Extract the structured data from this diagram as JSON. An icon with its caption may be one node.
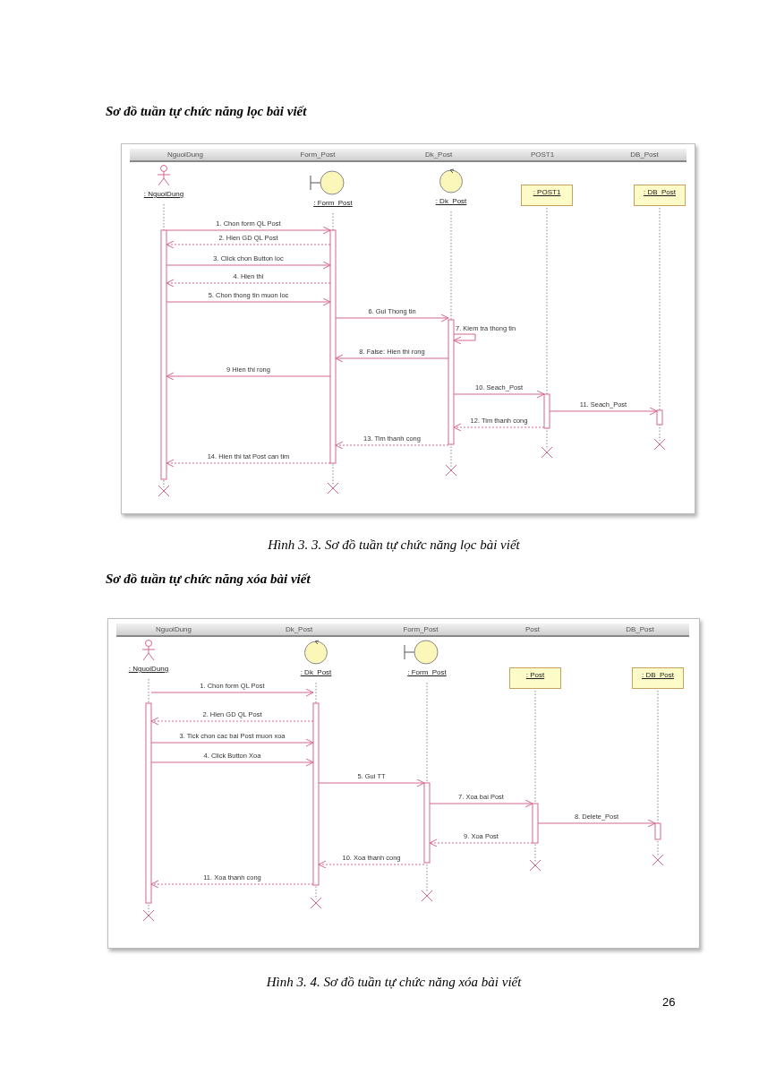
{
  "diagram": {
    "nodes": [
      {
        "text": [
          ": NguoiDung"
        ]
      },
      {
        "text": [
          ": Form_Post"
        ]
      },
      {
        "text": [
          ": Dk_Post"
        ]
      },
      {
        "text": [
          ": POST1"
        ]
      },
      {
        "text": [
          ": DB_Post"
        ]
      },
      {
        "text": [
          ": NguoiDung"
        ]
      },
      {
        "text": [
          ": Dk_Post"
        ]
      },
      {
        "text": [
          ": Form_Post"
        ]
      },
      {
        "text": [
          ": Post"
        ]
      },
      {
        "text": [
          ": DB_Post"
        ]
      }
    ],
    "edges": [
      {
        "from": 0,
        "to": 1,
        "arrow": "to",
        "label": "1. Chon form QL Post"
      },
      {
        "from": 1,
        "to": 0,
        "arrow": "to",
        "label": "2. Hien GD QL Post",
        "style": "dashed"
      },
      {
        "from": 0,
        "to": 1,
        "arrow": "to",
        "label": "3. Click chon Button loc"
      },
      {
        "from": 1,
        "to": 0,
        "arrow": "to",
        "label": "4. Hien thi",
        "style": "dashed"
      },
      {
        "from": 0,
        "to": 1,
        "arrow": "to",
        "label": "5. Chon thong tin muon loc"
      },
      {
        "from": 1,
        "to": 2,
        "arrow": "to",
        "label": "6. Gui Thong tin"
      },
      {
        "from": 2,
        "to": 2,
        "arrow": "to",
        "label": "7. Kiem tra thong tin"
      },
      {
        "from": 2,
        "to": 1,
        "arrow": "to",
        "label": "8. False: Hien thi rong"
      },
      {
        "from": 1,
        "to": 0,
        "arrow": "to",
        "label": "9 Hien thi rong"
      },
      {
        "from": 2,
        "to": 3,
        "arrow": "to",
        "label": "10. Seach_Post"
      },
      {
        "from": 3,
        "to": 4,
        "arrow": "to",
        "label": "11. Seach_Post"
      },
      {
        "from": 3,
        "to": 2,
        "arrow": "to",
        "label": "12. Tim thanh cong",
        "style": "dashed"
      },
      {
        "from": 2,
        "to": 1,
        "arrow": "to",
        "label": "13. Tim thanh cong",
        "style": "dashed"
      },
      {
        "from": 1,
        "to": 0,
        "arrow": "to",
        "label": "14. Hien thi tat Post can tim",
        "style": "dashed"
      },
      {
        "from": 5,
        "to": 6,
        "arrow": "to",
        "label": "1. Chon form QL Post"
      },
      {
        "from": 6,
        "to": 5,
        "arrow": "to",
        "label": "2. Hien GD QL Post",
        "style": "dashed"
      },
      {
        "from": 5,
        "to": 6,
        "arrow": "to",
        "label": "3. Tick chon cac bai Post muon xoa"
      },
      {
        "from": 5,
        "to": 6,
        "arrow": "to",
        "label": "4. Click Button Xoa"
      },
      {
        "from": 6,
        "to": 7,
        "arrow": "to",
        "label": "5. Gui TT"
      },
      {
        "from": 7,
        "to": 8,
        "arrow": "to",
        "label": "7. Xoa bai Post"
      },
      {
        "from": 8,
        "to": 9,
        "arrow": "to",
        "label": "8. Delete_Post"
      },
      {
        "from": 8,
        "to": 7,
        "arrow": "to",
        "label": "9. Xoa Post",
        "style": "dashed"
      },
      {
        "from": 7,
        "to": 6,
        "arrow": "to",
        "label": "10. Xoa thanh cong",
        "style": "dashed"
      },
      {
        "from": 6,
        "to": 5,
        "arrow": "to",
        "label": "11. Xoa thanh cong",
        "style": "dashed"
      }
    ],
    "labels": [
      "Sơ đồ tuần tự chức năng lọc bài viết",
      "NguoiDung",
      "Form_Post",
      "Dk_Post",
      "POST1",
      "DB_Post",
      "Hình 3. 3. Sơ đồ tuần tự chức năng lọc bài viết",
      "Sơ đồ tuần tự chức năng xóa bài viết",
      "NguoiDung",
      "Dk_Post",
      "Form_Post",
      "Post",
      "DB_Post",
      "Hình 3. 4. Sơ đồ tuần tự chức năng xóa bài viết",
      "26"
    ]
  }
}
